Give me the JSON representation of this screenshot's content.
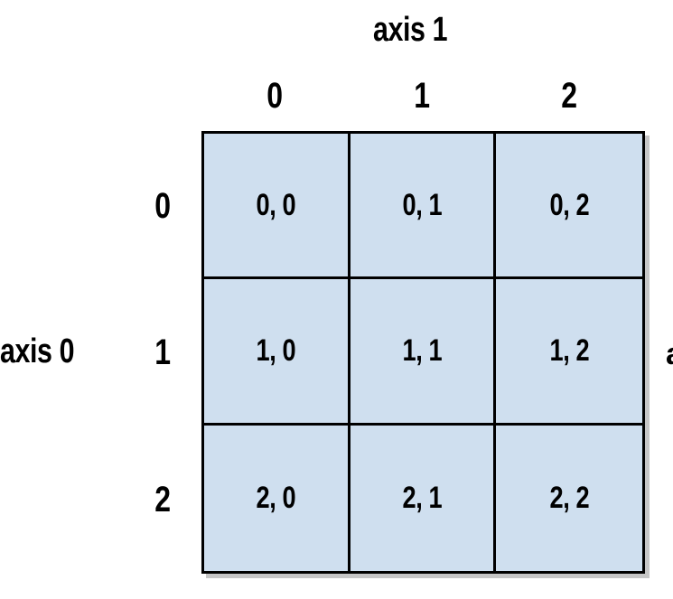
{
  "axes": {
    "axis1_label": "axis 1",
    "axis0_label": "axis 0"
  },
  "column_indices": [
    "0",
    "1",
    "2"
  ],
  "row_indices": [
    "0",
    "1",
    "2"
  ],
  "cells": [
    [
      "0, 0",
      "0, 1",
      "0, 2"
    ],
    [
      "1, 0",
      "1, 1",
      "1, 2"
    ],
    [
      "2, 0",
      "2, 1",
      "2, 2"
    ]
  ],
  "truncated_edge_text": "a",
  "colors": {
    "cell_fill": "#cfdfef",
    "border": "#000000",
    "shadow": "#c6c6c6"
  }
}
